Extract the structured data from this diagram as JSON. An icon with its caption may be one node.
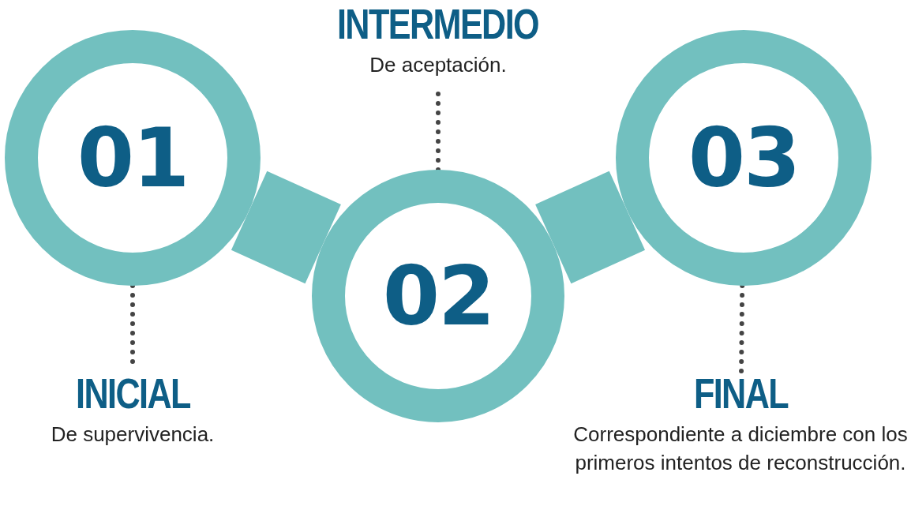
{
  "diagram": {
    "nodes": [
      {
        "text": [
          "01"
        ]
      },
      {
        "text": [
          "02"
        ]
      },
      {
        "text": [
          "03"
        ]
      },
      {
        "text": [
          "INICIAL",
          "De supervivencia."
        ]
      },
      {
        "text": [
          "INTERMEDIO",
          "De aceptación."
        ]
      },
      {
        "text": [
          "FINAL",
          "Correspondiente a diciembre con los primeros intentos de reconstrucción."
        ]
      }
    ],
    "edges": [
      {
        "from": 0,
        "to": 1,
        "arrow": "none",
        "style": "thick",
        "color": "#72c0bf"
      },
      {
        "from": 1,
        "to": 2,
        "arrow": "none",
        "style": "thick",
        "color": "#72c0bf"
      },
      {
        "from": 0,
        "to": 3,
        "arrow": "none",
        "style": "dashed"
      },
      {
        "from": 1,
        "to": 4,
        "arrow": "none",
        "style": "dashed"
      },
      {
        "from": 2,
        "to": 5,
        "arrow": "none",
        "style": "dashed"
      }
    ]
  }
}
